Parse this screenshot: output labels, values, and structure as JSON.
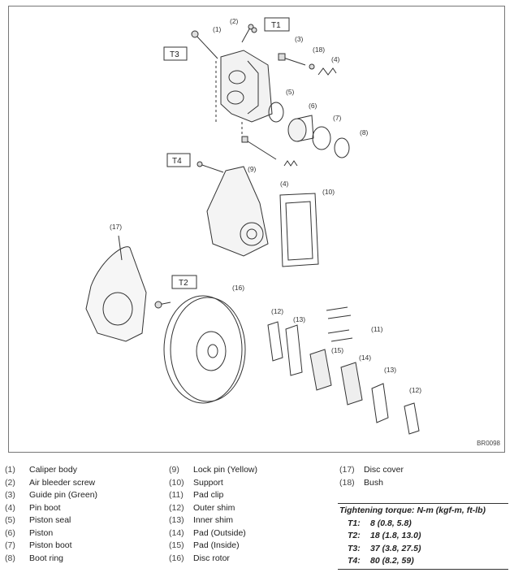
{
  "diagram": {
    "code": "BR0098",
    "callouts": [
      "(1)",
      "(2)",
      "(3)",
      "(18)",
      "(4)",
      "(5)",
      "(6)",
      "(7)",
      "(8)",
      "(9)",
      "(4)",
      "(10)",
      "(17)",
      "(16)",
      "(12)",
      "(13)",
      "(11)",
      "(15)",
      "(14)",
      "(13)",
      "(12)"
    ],
    "torque_tags": [
      "T1",
      "T3",
      "T4",
      "T2"
    ]
  },
  "legend": {
    "col1": [
      {
        "num": "(1)",
        "label": "Caliper body"
      },
      {
        "num": "(2)",
        "label": "Air bleeder screw"
      },
      {
        "num": "(3)",
        "label": "Guide pin (Green)"
      },
      {
        "num": "(4)",
        "label": "Pin boot"
      },
      {
        "num": "(5)",
        "label": "Piston seal"
      },
      {
        "num": "(6)",
        "label": "Piston"
      },
      {
        "num": "(7)",
        "label": "Piston boot"
      },
      {
        "num": "(8)",
        "label": "Boot ring"
      }
    ],
    "col2": [
      {
        "num": "(9)",
        "label": "Lock pin (Yellow)"
      },
      {
        "num": "(10)",
        "label": "Support"
      },
      {
        "num": "(11)",
        "label": "Pad clip"
      },
      {
        "num": "(12)",
        "label": "Outer shim"
      },
      {
        "num": "(13)",
        "label": "Inner shim"
      },
      {
        "num": "(14)",
        "label": "Pad (Outside)"
      },
      {
        "num": "(15)",
        "label": "Pad (Inside)"
      },
      {
        "num": "(16)",
        "label": "Disc rotor"
      }
    ],
    "col3": [
      {
        "num": "(17)",
        "label": "Disc cover"
      },
      {
        "num": "(18)",
        "label": "Bush"
      }
    ]
  },
  "torque": {
    "title": "Tightening torque: N-m (kgf-m, ft-lb)",
    "rows": [
      {
        "key": "T1:",
        "value": "8 (0.8, 5.8)"
      },
      {
        "key": "T2:",
        "value": "18 (1.8, 13.0)"
      },
      {
        "key": "T3:",
        "value": "37 (3.8, 27.5)"
      },
      {
        "key": "T4:",
        "value": "80 (8.2, 59)"
      }
    ]
  }
}
